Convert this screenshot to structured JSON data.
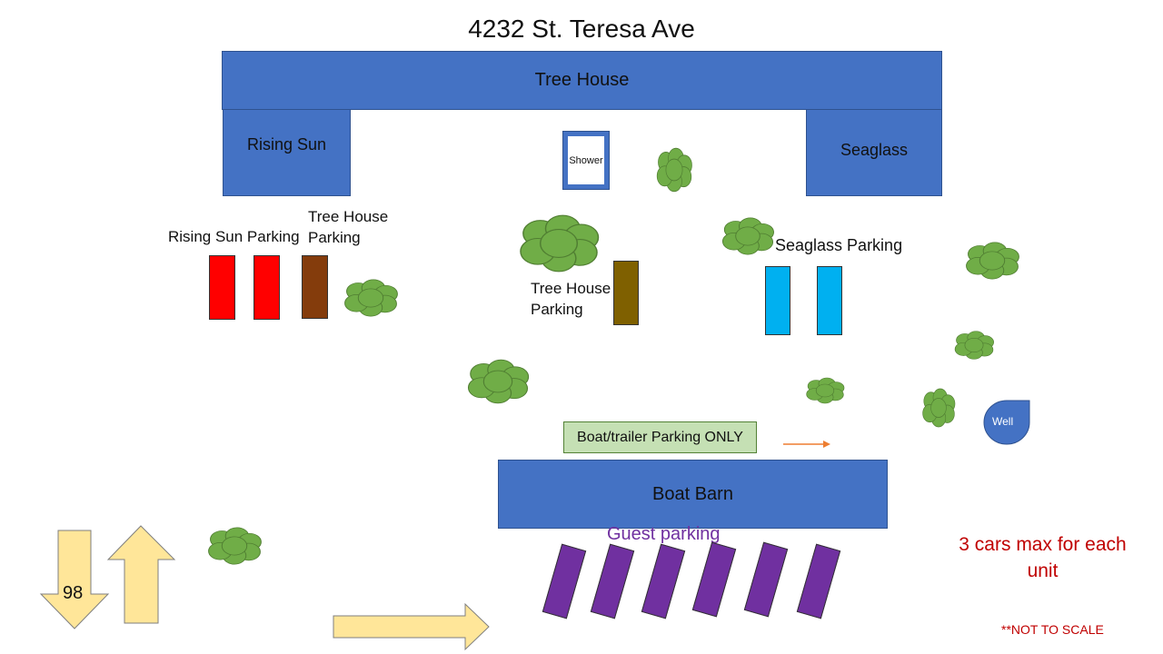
{
  "title": "4232 St. Teresa Ave",
  "buildings": {
    "tree_house": "Tree House",
    "rising_sun": "Rising Sun",
    "seaglass": "Seaglass",
    "boat_barn": "Boat Barn",
    "shower": "Shower"
  },
  "parking_labels": {
    "rising_sun": "Rising Sun Parking",
    "tree_house_left": "Tree House\nParking",
    "tree_house_center": "Tree House\nParking",
    "seaglass": "Seaglass Parking",
    "guest": "Guest parking",
    "boat_trailer": "Boat/trailer Parking ONLY"
  },
  "well": "Well",
  "road_number": "98",
  "notes": {
    "max_cars": "3 cars max for each\nunit",
    "not_to_scale": "**NOT TO SCALE"
  },
  "colors": {
    "building": "#4472c4",
    "rising_sun_spot": "#ff0000",
    "tree_house_spot": "#843c0c",
    "tree_house_center_spot": "#7f6000",
    "seaglass_spot": "#00b0f0",
    "guest_spot": "#7030a0",
    "boat_zone": "#c5e0b4",
    "tree": "#70ad47",
    "arrow": "#ffe699",
    "warning_text": "#c00000"
  }
}
